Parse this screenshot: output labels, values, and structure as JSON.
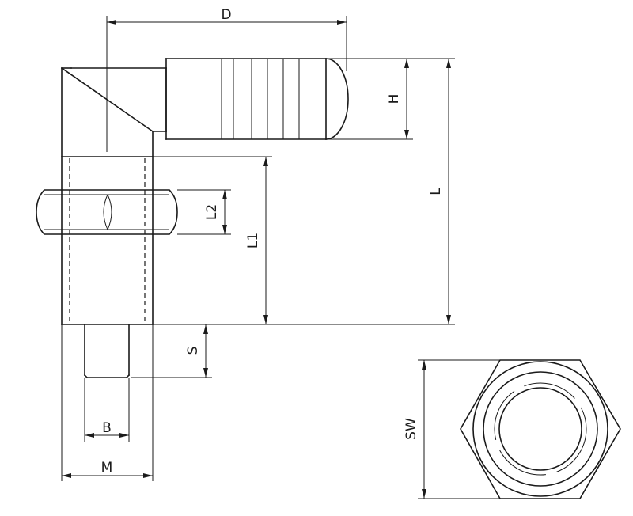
{
  "dimensions": {
    "d": "D",
    "h": "H",
    "l": "L",
    "l1": "L1",
    "l2": "L2",
    "s": "S",
    "b": "B",
    "m": "M",
    "sw": "SW"
  }
}
